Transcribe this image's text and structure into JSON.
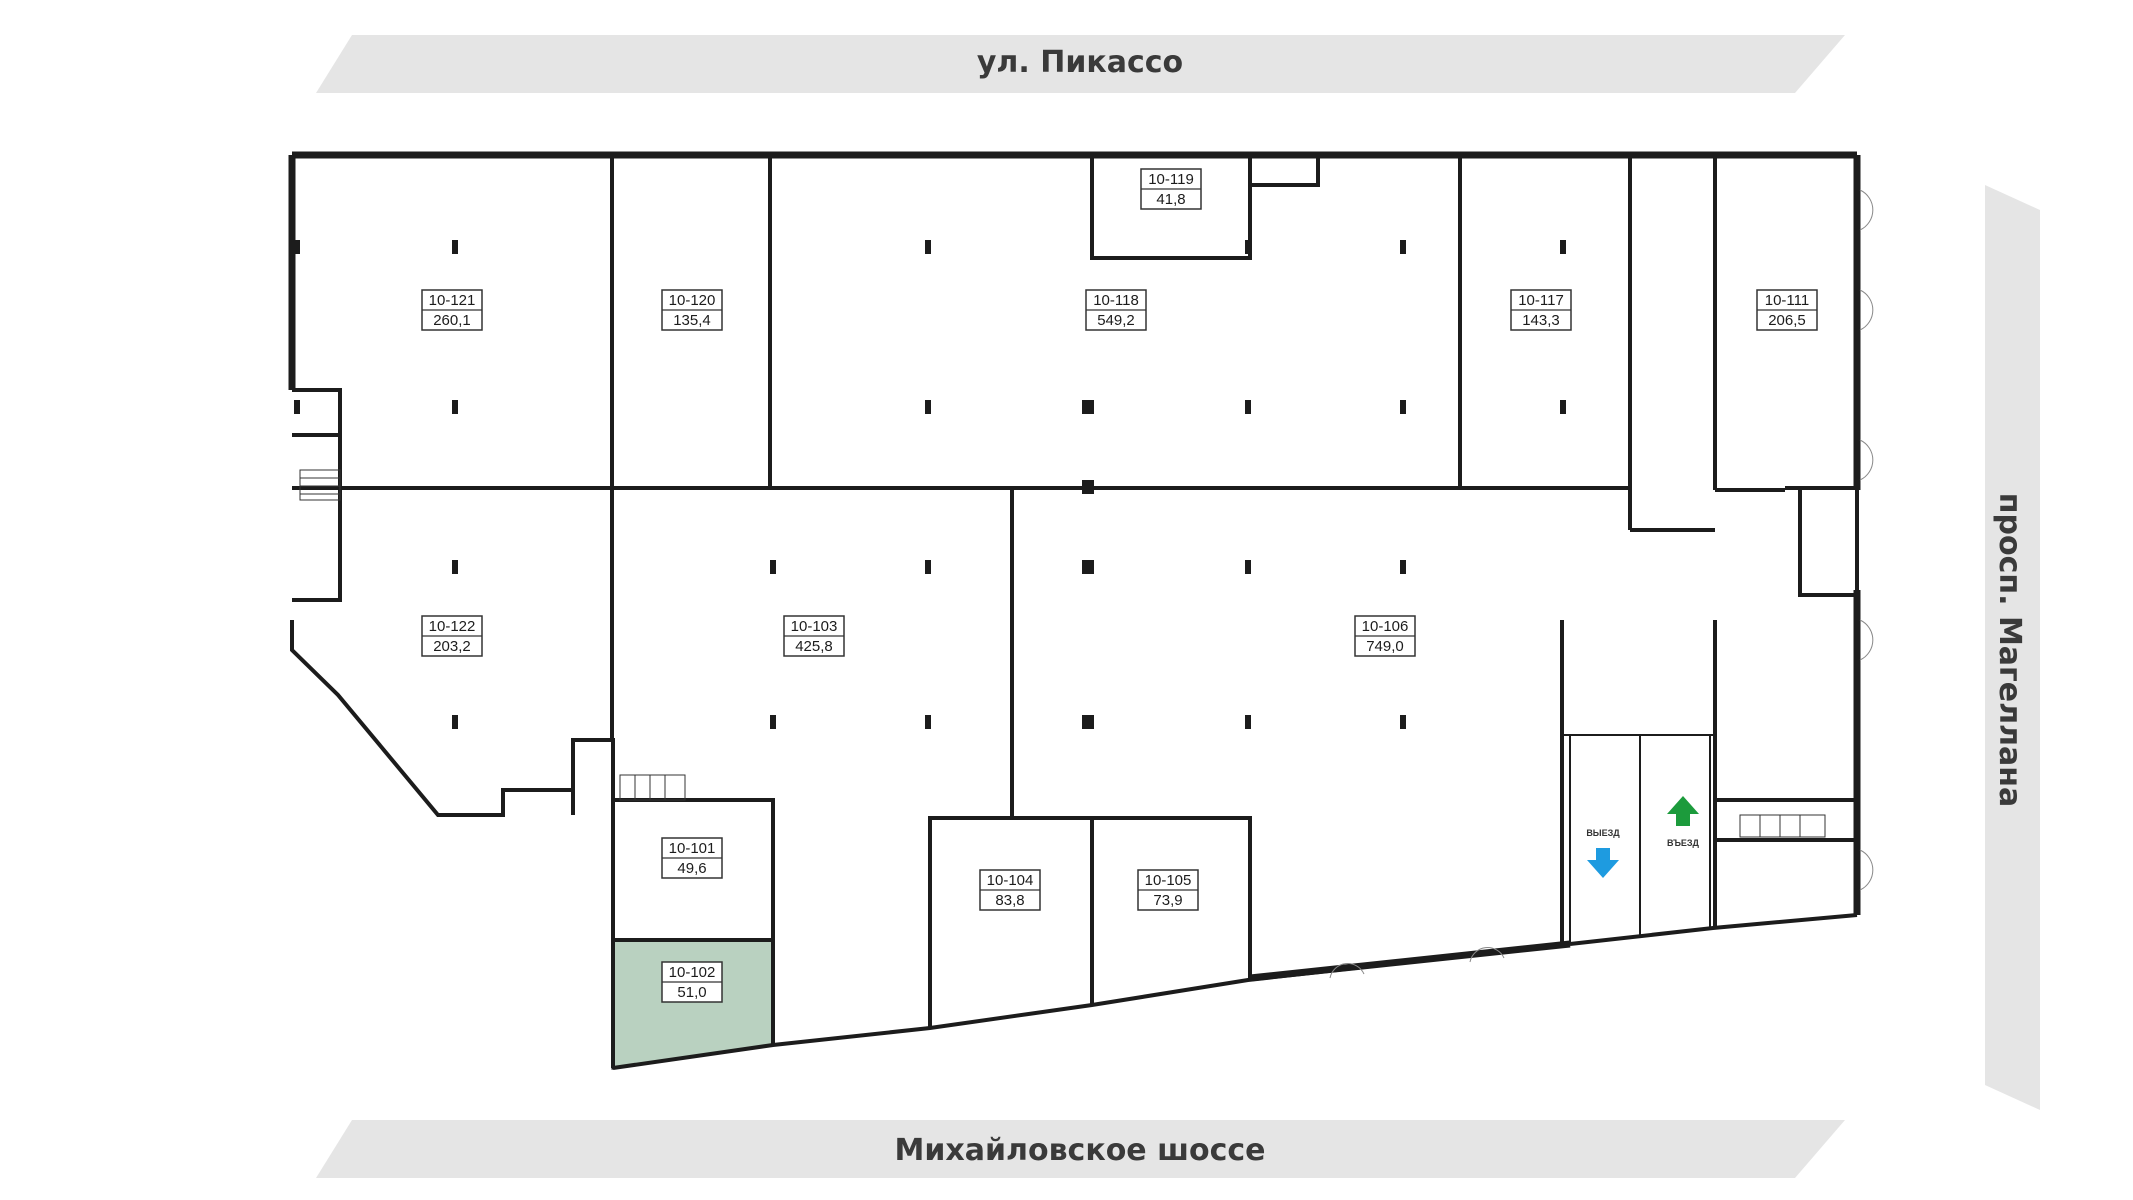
{
  "streets": {
    "top": "ул. Пикассо",
    "bottom": "Михайловское шоссе",
    "right": "просп. Магеллана"
  },
  "units": [
    {
      "id": "10-121",
      "area": "260,1",
      "highlight": false
    },
    {
      "id": "10-120",
      "area": "135,4",
      "highlight": false
    },
    {
      "id": "10-118",
      "area": "549,2",
      "highlight": false
    },
    {
      "id": "10-119",
      "area": "41,8",
      "highlight": false
    },
    {
      "id": "10-117",
      "area": "143,3",
      "highlight": false
    },
    {
      "id": "10-111",
      "area": "206,5",
      "highlight": false
    },
    {
      "id": "10-122",
      "area": "203,2",
      "highlight": false
    },
    {
      "id": "10-103",
      "area": "425,8",
      "highlight": false
    },
    {
      "id": "10-106",
      "area": "749,0",
      "highlight": false
    },
    {
      "id": "10-101",
      "area": "49,6",
      "highlight": false
    },
    {
      "id": "10-102",
      "area": "51,0",
      "highlight": true
    },
    {
      "id": "10-104",
      "area": "83,8",
      "highlight": false
    },
    {
      "id": "10-105",
      "area": "73,9",
      "highlight": false
    }
  ],
  "gates": {
    "exit": "ВЫЕЗД",
    "entry": "ВЪЕЗД"
  },
  "colors": {
    "highlight_fill": "#b9d1c0",
    "exit_arrow": "#1e9be0",
    "entry_arrow": "#1c9b3c",
    "road": "#e5e5e5"
  },
  "icons": {
    "exit": "arrow-down-icon",
    "entry": "arrow-up-icon"
  }
}
